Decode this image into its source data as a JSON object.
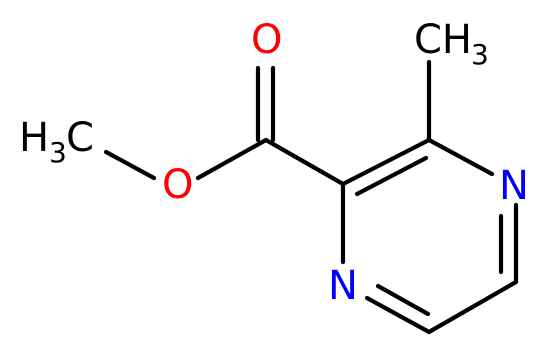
{
  "structure": {
    "atoms": {
      "o_carbonyl": {
        "symbol": "O"
      },
      "o_ester": {
        "symbol": "O"
      },
      "methyl_ester": {
        "symbol": "H",
        "subscript": "3",
        "suffix": "C"
      },
      "methyl_ring": {
        "symbol": "CH",
        "subscript": "3"
      },
      "n_ring_top": {
        "symbol": "N"
      },
      "n_ring_bottom": {
        "symbol": "N"
      }
    },
    "colors": {
      "bond": "#000000",
      "oxygen": "#ff0000",
      "nitrogen": "#0000ff",
      "carbon": "#000000"
    }
  }
}
